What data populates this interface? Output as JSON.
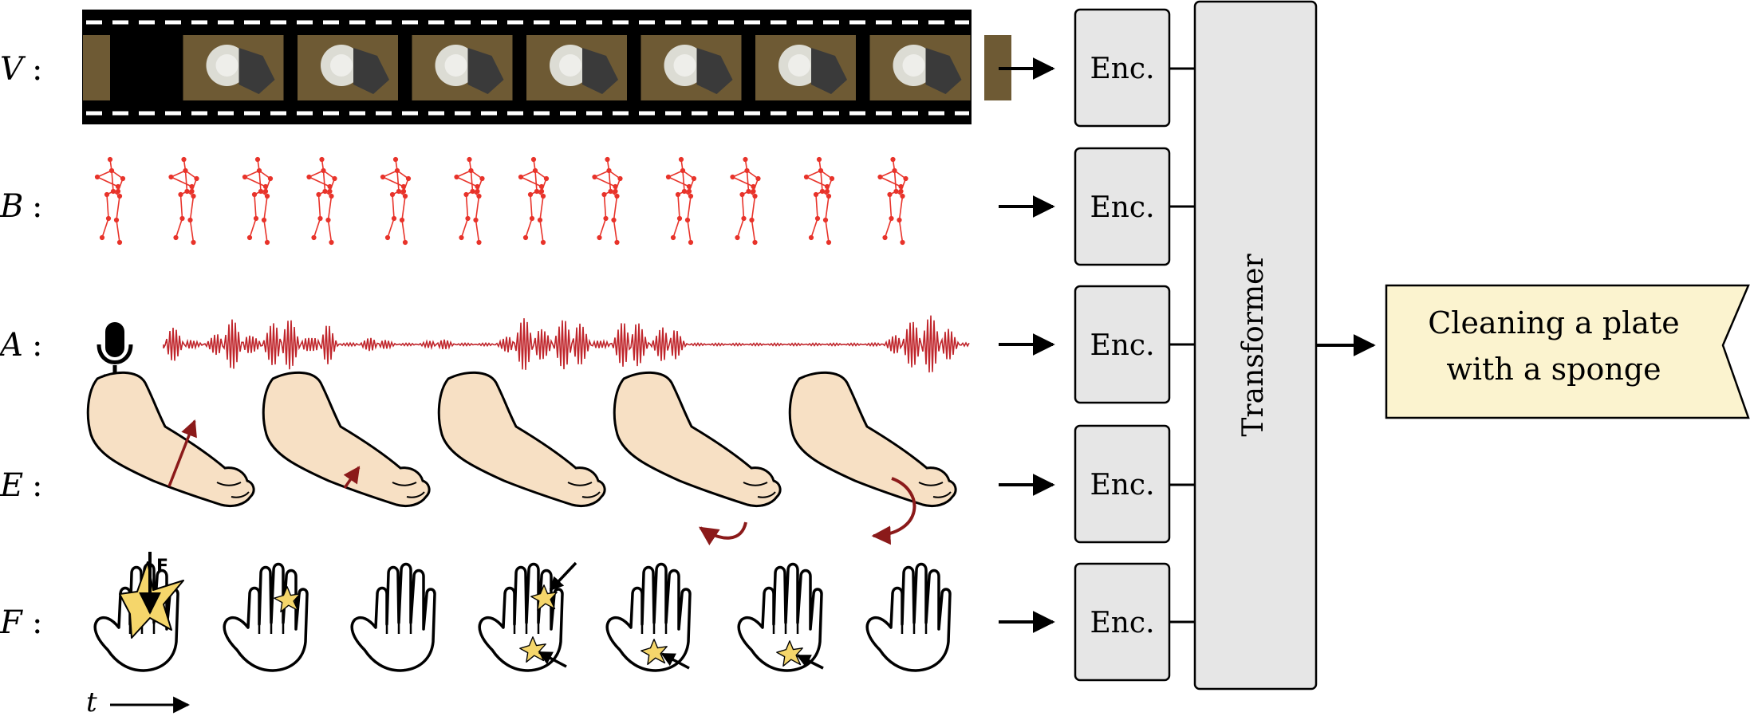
{
  "rows": [
    {
      "key": "V",
      "var": "V",
      "sep": ":"
    },
    {
      "key": "B",
      "var": "B",
      "sep": ":"
    },
    {
      "key": "A",
      "var": "A",
      "sep": ":"
    },
    {
      "key": "E",
      "var": "E",
      "sep": ":"
    },
    {
      "key": "F",
      "var": "F",
      "sep": ":"
    }
  ],
  "encoder_label": "Enc.",
  "transformer_label": "Transformer",
  "output_label_line1": "Cleaning a plate",
  "output_label_line2": "with a sponge",
  "time_label": "t",
  "force_label": "F",
  "icons": {
    "audio": "microphone-icon",
    "emg": "arm-icon",
    "tactile": "hand-icon"
  },
  "colors": {
    "skeleton": "#e8332a",
    "audio_wave": "#c0252b",
    "emg_arrow": "#8b1a1a",
    "skin": "#f7e0c4",
    "tactile_star": "#f5d66b",
    "encoder_fill": "#e6e6e6",
    "output_fill": "#fbf3cf"
  }
}
